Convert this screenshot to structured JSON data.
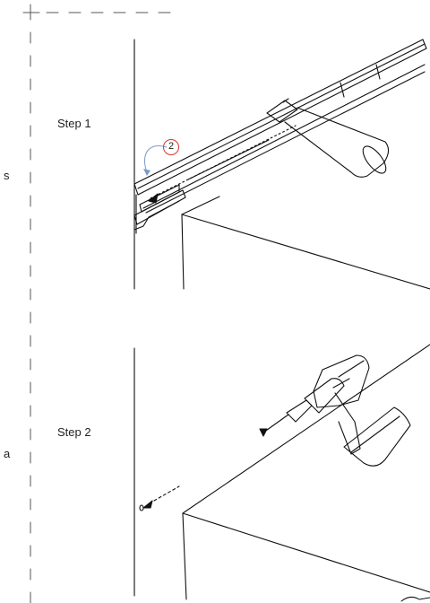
{
  "steps": [
    {
      "label": "Step 1",
      "callout": "2"
    },
    {
      "label": "Step 2"
    }
  ],
  "edge_text": [
    "s",
    "a"
  ],
  "colors": {
    "line": "#111111",
    "callout_ring": "#d9342b",
    "guide": "#555555",
    "curve_arrow": "#7a9cc6"
  },
  "icons": [
    "cut-mark-icon",
    "caulk-tube-icon",
    "drill-icon",
    "screw-icon",
    "rotate-arrow-icon"
  ]
}
